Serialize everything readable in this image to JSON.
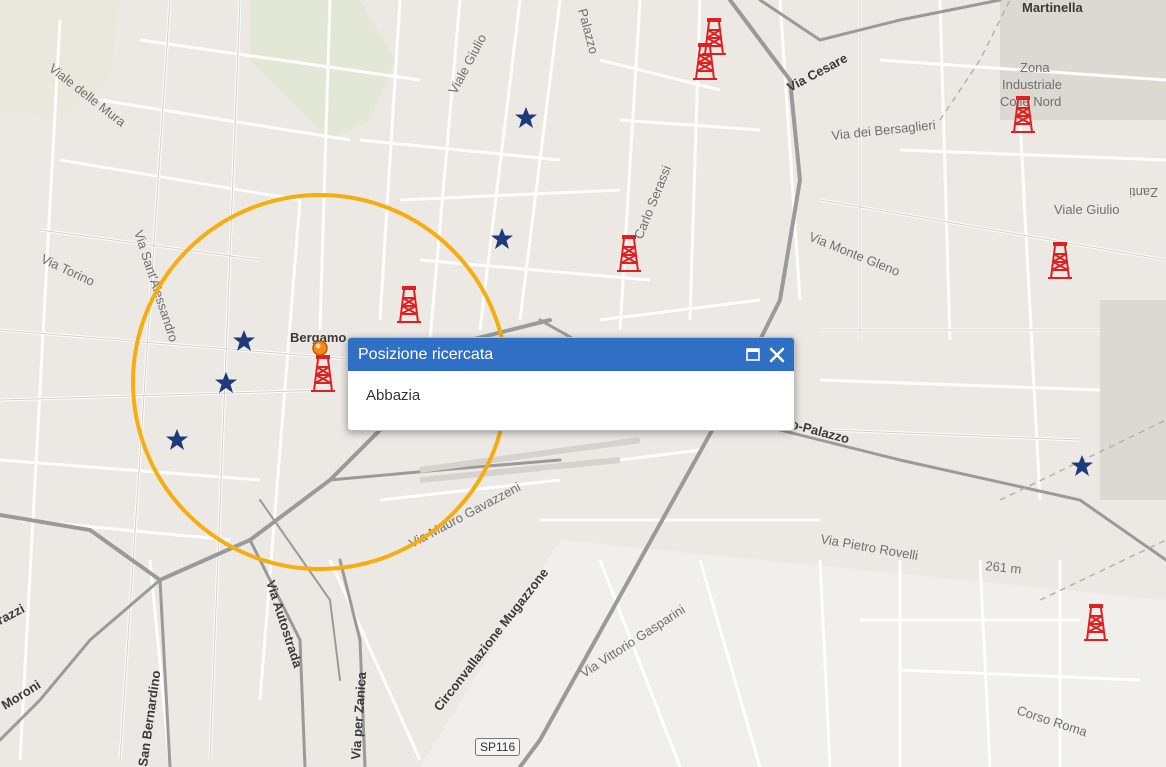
{
  "popup": {
    "title": "Posizione ricercata",
    "content": "Abbazia",
    "maximize_icon": "maximize-icon",
    "close_icon": "close-icon"
  },
  "city_label": "Bergamo",
  "labels": {
    "martinella": "Martinella",
    "zona_industriale": [
      "Zona",
      "Industriale",
      "Colle Nord"
    ],
    "viale_delle_mura": "Viale delle Mura",
    "viale_giulio_top": "Viale Giulio",
    "palazzo": "Palazzo",
    "via_cesare": "Via Cesare",
    "via_dei_bersaglieri": "Via dei Bersaglieri",
    "carlo_serassi": "Carlo Serassi",
    "via_monte_gleno": "Via Monte Gleno",
    "viale_giulio_right": "Viale Giulio",
    "zanti": "Zanti",
    "via_torino": "Via Torino",
    "via_santalessandro": "Via Sant'Alessandro",
    "palazzo_road": "o-Palazzo",
    "via_mauro_gavazzeni": "Via Mauro Gavazzeni",
    "via_pietro_rovelli": "Via Pietro Rovelli",
    "elevation": "261 m",
    "circonvallazione": "Circonvallazione Mugazzone",
    "via_vittorio_gasparini": "Via Vittorio Gasparini",
    "via_autostrada": "Via Autostrada",
    "via_per_zanica": "Via per Zanica",
    "san_bernardino": "San Bernardino",
    "moroni": "Moroni",
    "razzi": "razzi",
    "corso_roma": "Corso Roma",
    "sp116": "SP116"
  },
  "colors": {
    "search_circle": "#f5ad0f",
    "star_marker": "#1f3a7a",
    "tower_marker": "#e02020",
    "popup_header": "#2f6fc4",
    "location_pin": "#f08a1a"
  },
  "markers": {
    "star": "star-marker-icon",
    "tower": "tower-marker-icon",
    "location": "location-pin-icon"
  }
}
